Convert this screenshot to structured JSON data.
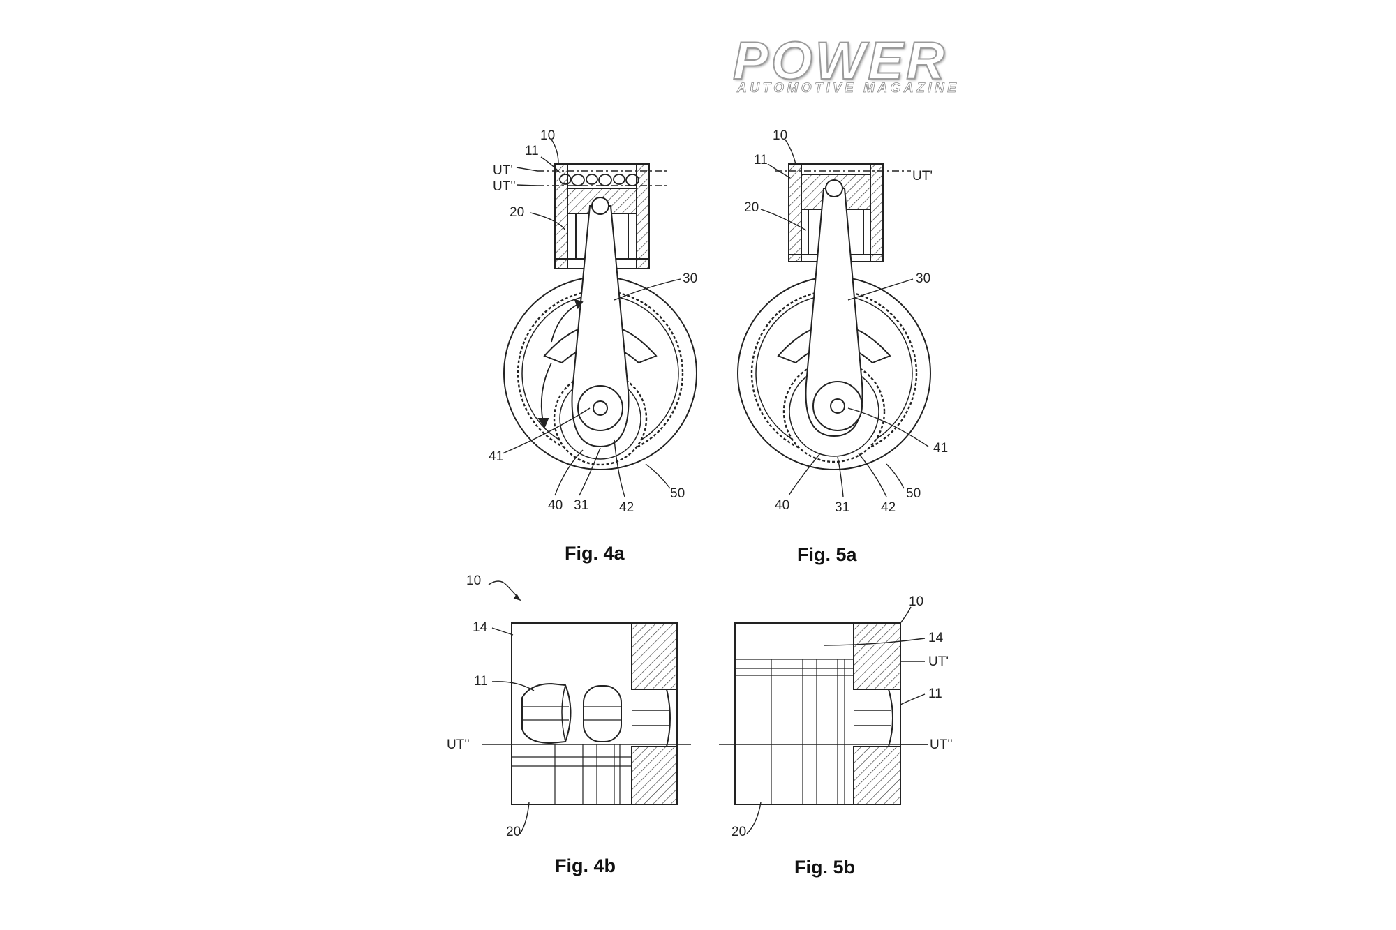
{
  "logo": {
    "main": "POWER",
    "sub": "AUTOMOTIVE MAGAZINE"
  },
  "captions": {
    "fig4a": "Fig. 4a",
    "fig5a": "Fig. 5a",
    "fig4b": "Fig. 4b",
    "fig5b": "Fig. 5b"
  },
  "labels": {
    "fig4a": {
      "l10": "10",
      "l11": "11",
      "ut1": "UT'",
      "ut2": "UT''",
      "l20": "20",
      "l30": "30",
      "l41": "41",
      "l40": "40",
      "l31": "31",
      "l42": "42",
      "l50": "50"
    },
    "fig5a": {
      "l10": "10",
      "l11": "11",
      "ut1": "UT'",
      "l20": "20",
      "l30": "30",
      "l41": "41",
      "l40": "40",
      "l31": "31",
      "l42": "42",
      "l50": "50"
    },
    "fig4b": {
      "l10": "10",
      "l14": "14",
      "l11": "11",
      "ut2": "UT''",
      "l20": "20"
    },
    "fig5b": {
      "l10": "10",
      "l14": "14",
      "ut1": "UT'",
      "l11": "11",
      "ut2": "UT''",
      "l20": "20"
    }
  }
}
